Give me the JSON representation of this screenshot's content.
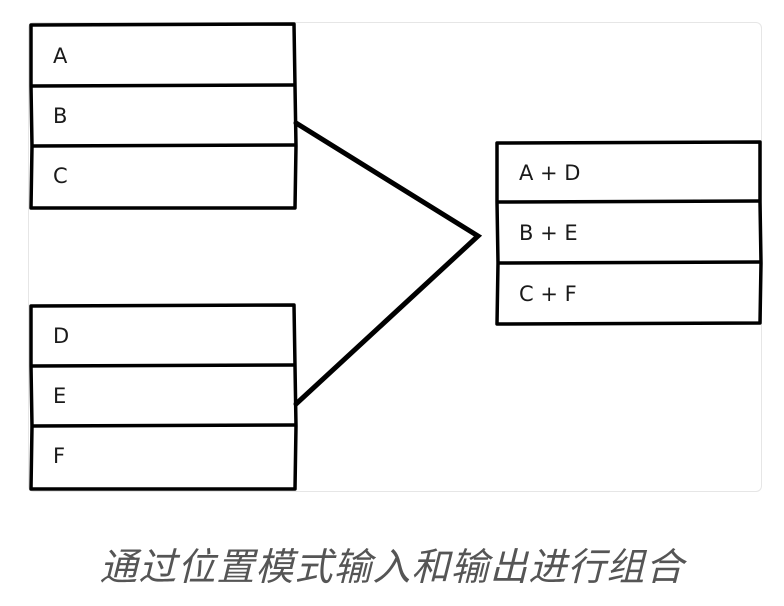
{
  "diagram": {
    "left_group": {
      "items": [
        "A",
        "B",
        "C"
      ]
    },
    "bottom_group": {
      "items": [
        "D",
        "E",
        "F"
      ]
    },
    "output_group": {
      "items": [
        "A + D",
        "B + E",
        "C + F"
      ]
    }
  },
  "caption": "通过位置模式输入和输出进行组合"
}
